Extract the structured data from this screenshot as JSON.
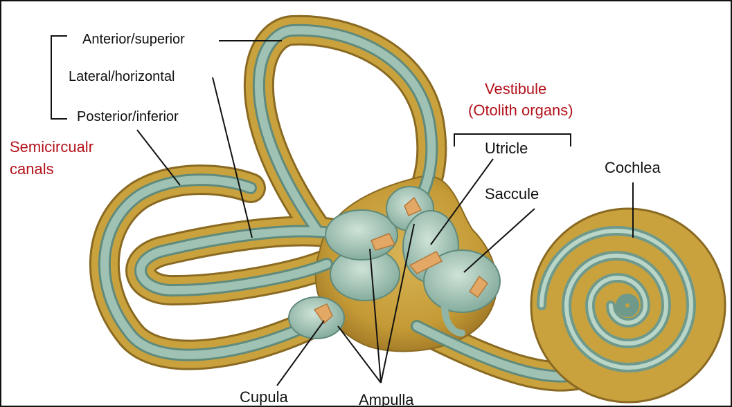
{
  "labels": {
    "anterior": "Anterior/superior",
    "lateral": "Lateral/horizontal",
    "posterior": "Posterior/inferior",
    "semicircular_line1": "Semicircualr",
    "semicircular_line2": "canals",
    "vestibule_line1": "Vestibule",
    "vestibule_line2": "(Otolith organs)",
    "utricle": "Utricle",
    "saccule": "Saccule",
    "cochlea": "Cochlea",
    "cupula": "Cupula",
    "ampulla": "Ampulla"
  },
  "colors": {
    "bone": "#c9a23e",
    "bone_dark": "#8a6a22",
    "membrane": "#8fb5a7",
    "membrane_light": "#c6ddd2",
    "cupula": "#e3a866",
    "label_red": "#b3121b",
    "leader": "#111111"
  }
}
